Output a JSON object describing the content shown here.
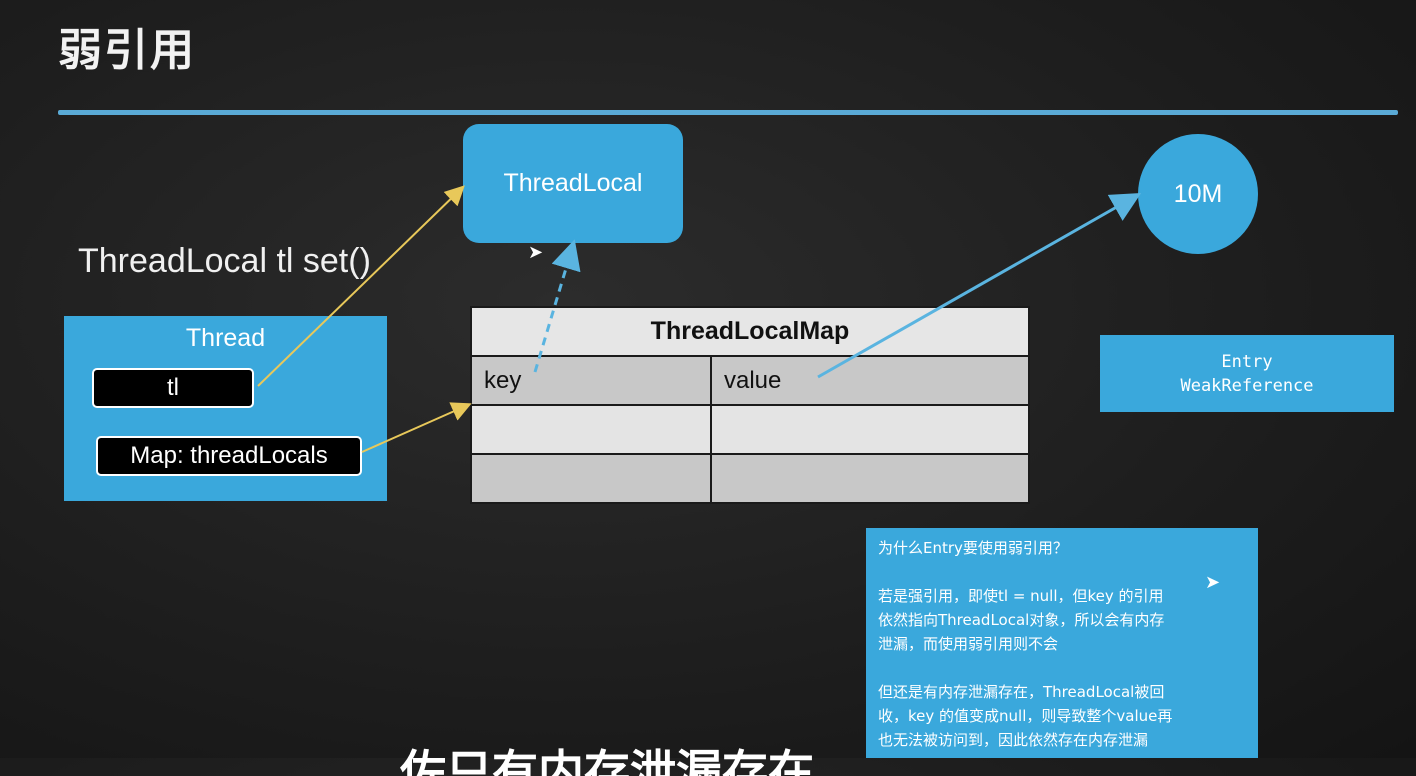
{
  "slide": {
    "title": "弱引用",
    "code_line": "ThreadLocal tl set()"
  },
  "threadlocal_box": {
    "label": "ThreadLocal"
  },
  "memory_circle": {
    "label": "10M"
  },
  "thread_box": {
    "label": "Thread",
    "field_tl": "tl",
    "field_map": "Map: threadLocals"
  },
  "map_table": {
    "title": "ThreadLocalMap",
    "columns": [
      "key",
      "value"
    ]
  },
  "entry_box": {
    "line1": "Entry",
    "line2": "WeakReference"
  },
  "note": {
    "question": "为什么Entry要使用弱引用？",
    "p1_line1": "若是强引用，即使tl = null，但key 的引用",
    "p1_line2": "依然指向ThreadLocal对象，所以会有内存",
    "p1_line3": "泄漏，而使用弱引用则不会",
    "p2_line1": "但还是有内存泄漏存在，ThreadLocal被回",
    "p2_line2": "收，key 的值变成null，则导致整个value再",
    "p2_line3": "也无法被访问到，因此依然存在内存泄漏"
  },
  "subtitle": "佐只有内存泄漏存在",
  "colors": {
    "accent_blue": "#3aa8dc",
    "rule_blue": "#5aaad6",
    "arrow_yellow": "#e8c85a",
    "arrow_blue": "#5ab4e0"
  }
}
